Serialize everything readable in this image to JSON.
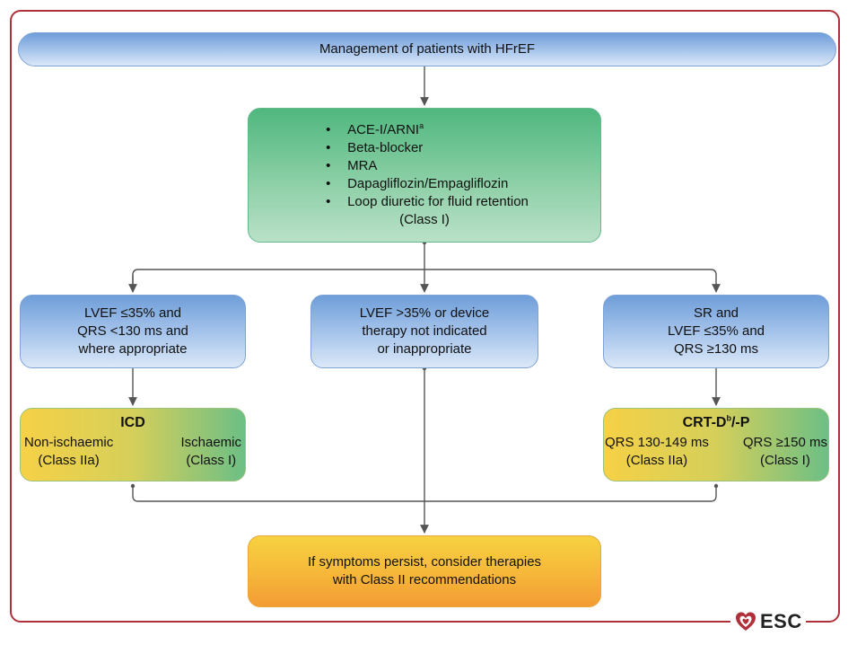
{
  "header": {
    "text": "Management of patients with HFrEF"
  },
  "main_box": {
    "items": [
      {
        "text": "ACE-I/ARNI",
        "sup": "a"
      },
      {
        "text": "Beta-blocker"
      },
      {
        "text": "MRA"
      },
      {
        "text": "Dapagliflozin/Empagliflozin"
      },
      {
        "text": "Loop diuretic for fluid retention"
      }
    ],
    "class_label": "(Class I)"
  },
  "left_box": {
    "lines": [
      "LVEF ≤35% and",
      "QRS <130 ms and",
      "where appropriate"
    ]
  },
  "mid_box": {
    "lines": [
      "LVEF >35% or device",
      "therapy not indicated",
      "or inappropriate"
    ]
  },
  "right_box": {
    "lines": [
      "SR and",
      "LVEF ≤35% and",
      "QRS ≥130 ms"
    ]
  },
  "icd_box": {
    "title": "ICD",
    "left": {
      "label": "Non-ischaemic",
      "class": "(Class IIa)"
    },
    "right": {
      "label": "Ischaemic",
      "class": "(Class I)"
    }
  },
  "crt_box": {
    "title_pre": "CRT-D",
    "title_sup": "b",
    "title_post": "/-P",
    "left": {
      "label": "QRS 130-149 ms",
      "class": "(Class IIa)"
    },
    "right": {
      "label": "QRS ≥150 ms",
      "class": "(Class I)"
    }
  },
  "final_box": {
    "lines": [
      "If symptoms persist, consider therapies",
      "with Class II recommendations"
    ]
  },
  "logo": {
    "text": "ESC",
    "icon": "heart-icon",
    "color": "#b0303a"
  },
  "colors": {
    "frame": "#b0303a",
    "connector": "#555555"
  }
}
